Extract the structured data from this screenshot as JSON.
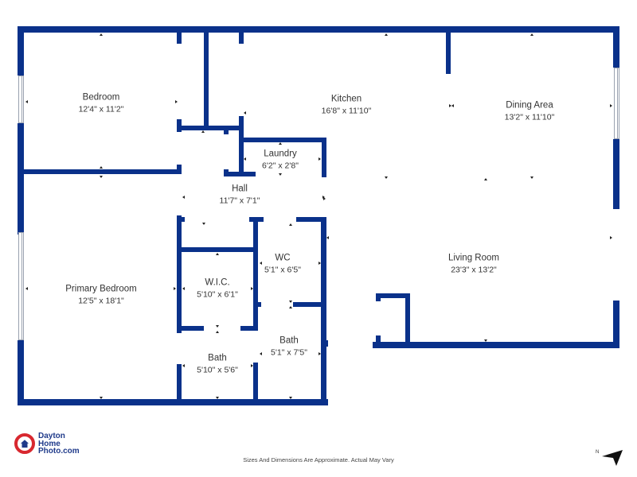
{
  "floorplan": {
    "wall_color": "#0a318a",
    "rooms": [
      {
        "id": "bedroom",
        "name": "Bedroom",
        "dimensions": "12'4\" x 11'2\""
      },
      {
        "id": "kitchen",
        "name": "Kitchen",
        "dimensions": "16'8\" x 11'10\""
      },
      {
        "id": "dining",
        "name": "Dining Area",
        "dimensions": "13'2\" x 11'10\""
      },
      {
        "id": "laundry",
        "name": "Laundry",
        "dimensions": "6'2\" x 2'8\""
      },
      {
        "id": "hall",
        "name": "Hall",
        "dimensions": "11'7\" x 7'1\""
      },
      {
        "id": "primary",
        "name": "Primary Bedroom",
        "dimensions": "12'5\" x 18'1\""
      },
      {
        "id": "wic",
        "name": "W.I.C.",
        "dimensions": "5'10\" x 6'1\""
      },
      {
        "id": "wc",
        "name": "WC",
        "dimensions": "5'1\" x 6'5\""
      },
      {
        "id": "living",
        "name": "Living Room",
        "dimensions": "23'3\" x 13'2\""
      },
      {
        "id": "bath1",
        "name": "Bath",
        "dimensions": "5'1\" x 7'5\""
      },
      {
        "id": "bath2",
        "name": "Bath",
        "dimensions": "5'10\" x 5'6\""
      }
    ]
  },
  "footer": {
    "logo_line1": "Dayton",
    "logo_line2": "Home",
    "logo_line3": "Photo.com",
    "disclaimer": "Sizes And Dimensions Are Approximate. Actual May Vary",
    "compass_label": "N"
  }
}
